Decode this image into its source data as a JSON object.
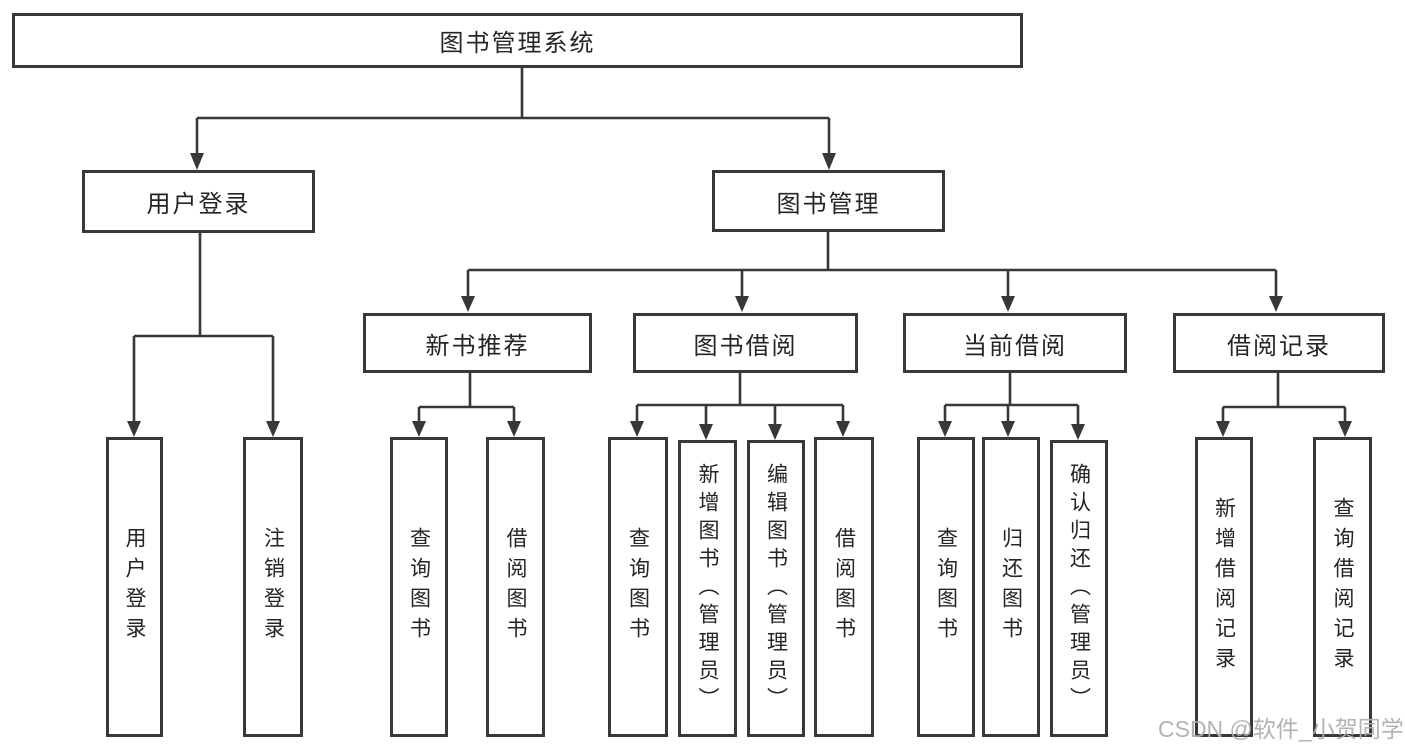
{
  "diagram": {
    "root": {
      "label": "图书管理系统"
    },
    "branches": [
      {
        "label": "用户登录",
        "children": [
          {
            "label": "用户登录"
          },
          {
            "label": "注销登录"
          }
        ]
      },
      {
        "label": "图书管理",
        "children": [
          {
            "label": "新书推荐",
            "children": [
              {
                "label": "查询图书"
              },
              {
                "label": "借阅图书"
              }
            ]
          },
          {
            "label": "图书借阅",
            "children": [
              {
                "label": "查询图书"
              },
              {
                "label": "新增图书（管理员）"
              },
              {
                "label": "编辑图书（管理员）"
              },
              {
                "label": "借阅图书"
              }
            ]
          },
          {
            "label": "当前借阅",
            "children": [
              {
                "label": "查询图书"
              },
              {
                "label": "归还图书"
              },
              {
                "label": "确认归还（管理员）"
              }
            ]
          },
          {
            "label": "借阅记录",
            "children": [
              {
                "label": "新增借阅记录"
              },
              {
                "label": "查询借阅记录"
              }
            ]
          }
        ]
      }
    ]
  },
  "colors": {
    "line": "#383838",
    "text": "#252525",
    "watermark": "#afafaf"
  },
  "watermark": {
    "text": "CSDN @软件_小贺同学"
  }
}
